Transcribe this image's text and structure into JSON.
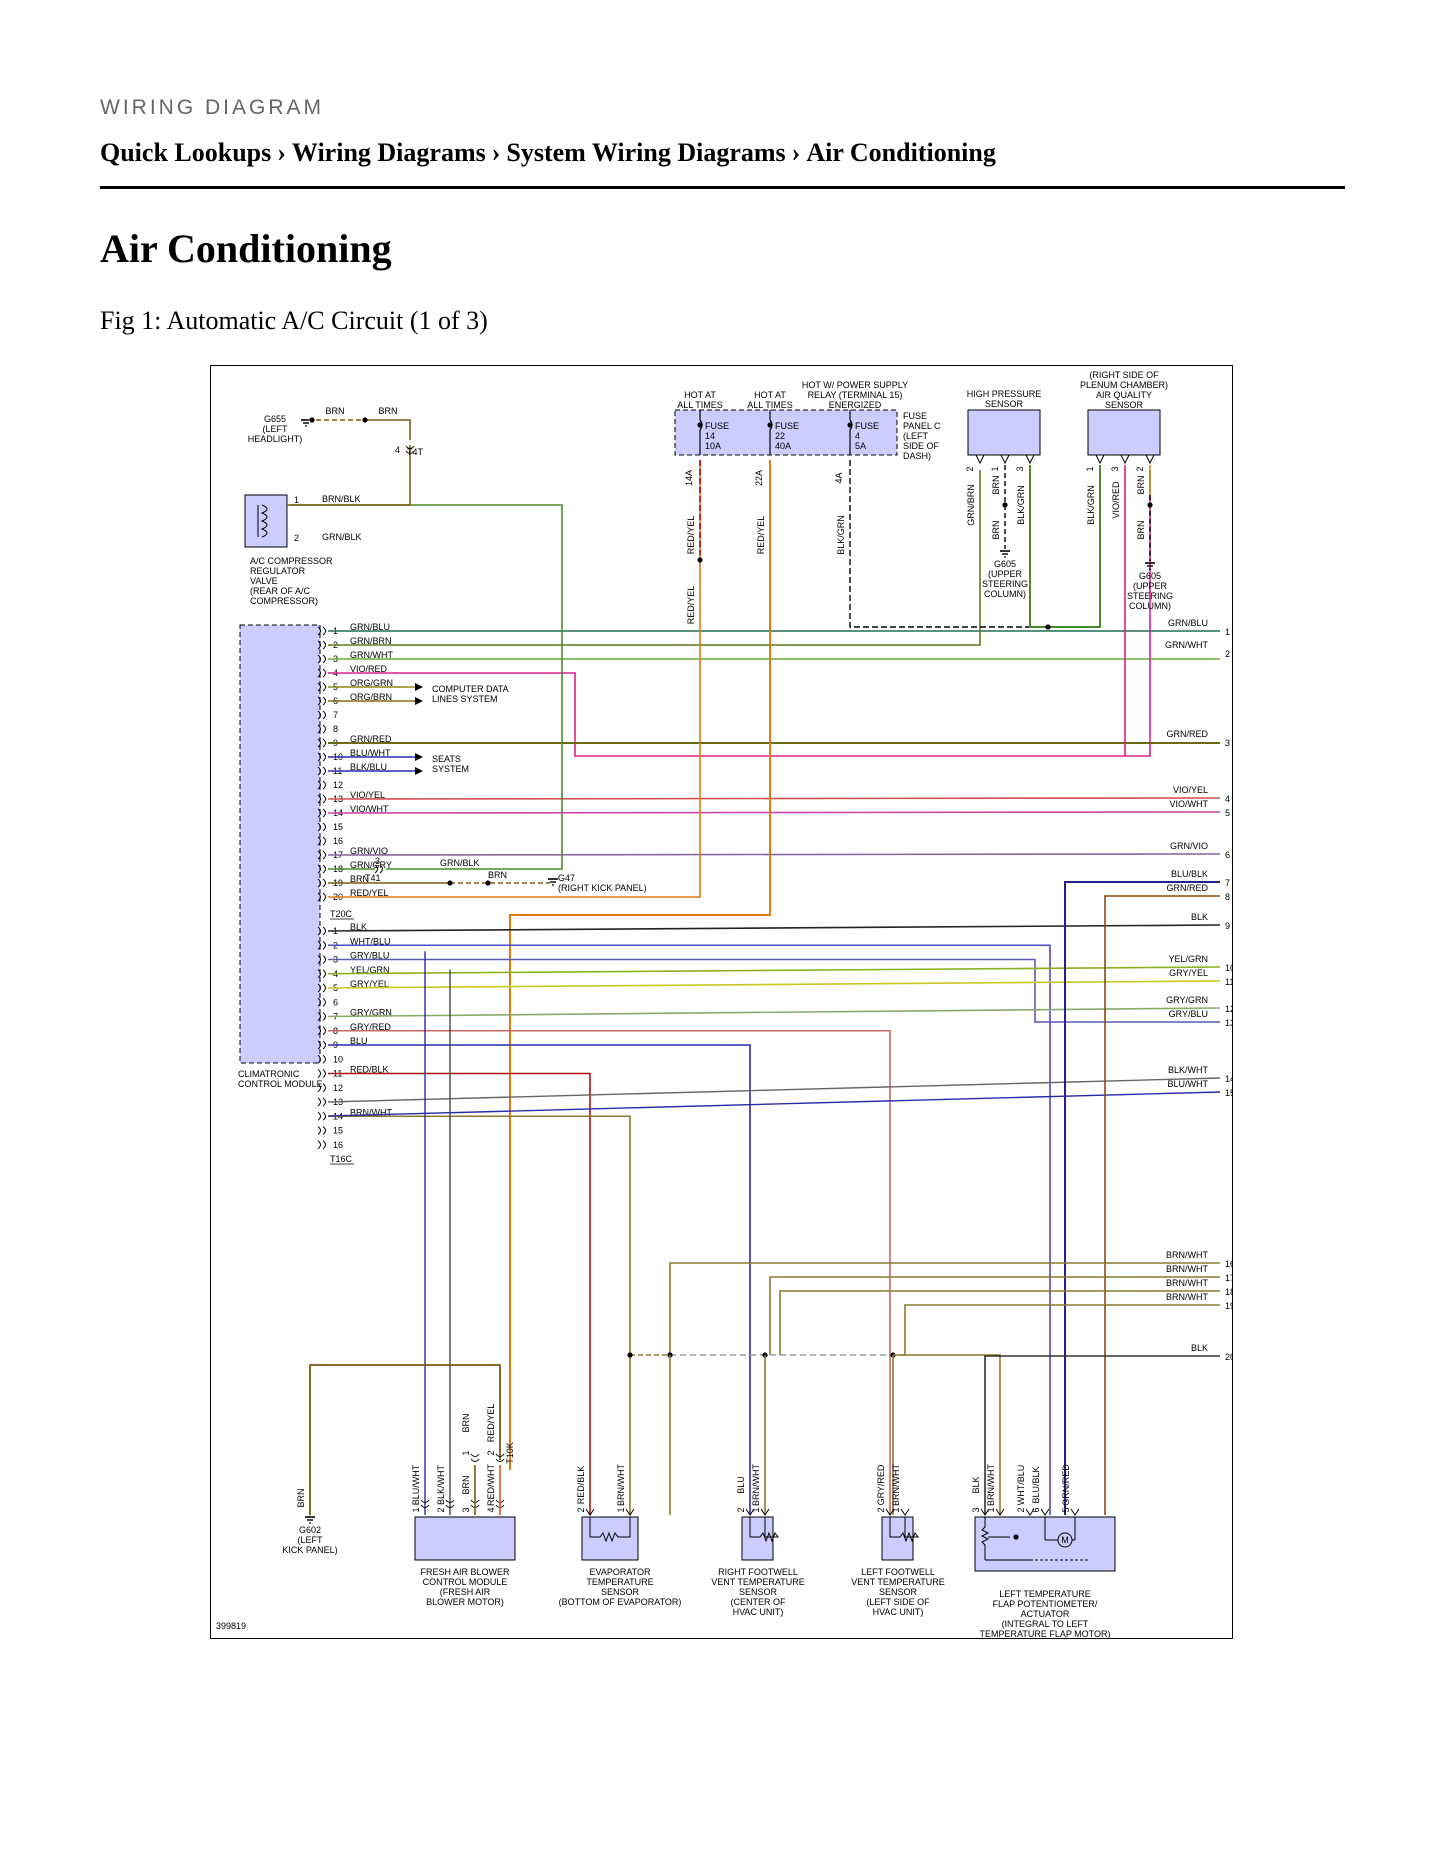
{
  "header": {
    "category": "WIRING DIAGRAM"
  },
  "breadcrumb": [
    "Quick Lookups",
    "Wiring Diagrams",
    "System Wiring Diagrams",
    "Air Conditioning"
  ],
  "page_title": "Air Conditioning",
  "figure_caption": "Fig 1: Automatic A/C Circuit (1 of 3)",
  "diagram": {
    "figure_id": "399819",
    "module_name": [
      "CLIMATRONIC",
      "CONTROL MODULE"
    ],
    "connector_labels": {
      "t20c": "T20C",
      "t16c": "T16C",
      "t4t": "T4T",
      "t4t_pin": "4",
      "t41": "T41",
      "t41_pin": "3",
      "t10k": "T10K"
    },
    "grounds": {
      "g655": [
        "G655",
        "(LEFT",
        "HEADLIGHT)"
      ],
      "g47": [
        "G47",
        "(RIGHT KICK PANEL)"
      ],
      "g605a": [
        "G605",
        "(UPPER",
        "STEERING",
        "COLUMN)"
      ],
      "g605b": [
        "G605",
        "(UPPER",
        "STEERING",
        "COLUMN)"
      ],
      "g602": [
        "G602",
        "(LEFT",
        "KICK PANEL)"
      ]
    },
    "ac_valve": {
      "name": [
        "A/C COMPRESSOR",
        "REGULATOR",
        "VALVE",
        "(REAR OF A/C",
        "COMPRESSOR)"
      ],
      "pin1": "1",
      "pin2": "2",
      "wire1": "BRN/BLK",
      "wire2": "GRN/BLK"
    },
    "g655_wires": {
      "a": "BRN",
      "b": "BRN"
    },
    "power": {
      "hot1": [
        "HOT AT",
        "ALL TIMES"
      ],
      "hot2": [
        "HOT AT",
        "ALL TIMES"
      ],
      "hot3": [
        "HOT W/ POWER SUPPLY",
        "RELAY (TERMINAL 15)",
        "ENERGIZED"
      ],
      "panel": [
        "FUSE",
        "PANEL C",
        "(LEFT",
        "SIDE OF",
        "DASH)"
      ],
      "fuses": [
        [
          "FUSE",
          "14",
          "10A"
        ],
        [
          "FUSE",
          "22",
          "40A"
        ],
        [
          "FUSE",
          "4",
          "5A"
        ]
      ],
      "pins": [
        "14A",
        "22A",
        "4A"
      ],
      "wires": [
        "RED/YEL",
        "RED/YEL",
        "BLK/GRN",
        "RED/YEL"
      ]
    },
    "hp_sensor": {
      "name": [
        "HIGH PRESSURE",
        "SENSOR"
      ],
      "pins": [
        "2",
        "1",
        "3"
      ],
      "wires": [
        "GRN/BRN",
        "BRN",
        "BLK/GRN",
        "BRN"
      ]
    },
    "aq_sensor": {
      "name": [
        "(RIGHT SIDE OF",
        "PLENUM CHAMBER)",
        "AIR QUALITY",
        "SENSOR"
      ],
      "pins": [
        "1",
        "3",
        "2"
      ],
      "wires": [
        "BLK/GRN",
        "VIO/RED",
        "BRN",
        "BRN"
      ]
    },
    "t20c_pins": [
      {
        "n": "1",
        "w": "GRN/BLU"
      },
      {
        "n": "2",
        "w": "GRN/BRN"
      },
      {
        "n": "3",
        "w": "GRN/WHT"
      },
      {
        "n": "4",
        "w": "VIO/RED"
      },
      {
        "n": "5",
        "w": "ORG/GRN"
      },
      {
        "n": "6",
        "w": "ORG/BRN"
      },
      {
        "n": "7",
        "w": ""
      },
      {
        "n": "8",
        "w": ""
      },
      {
        "n": "9",
        "w": "GRN/RED"
      },
      {
        "n": "10",
        "w": "BLU/WHT"
      },
      {
        "n": "11",
        "w": "BLK/BLU"
      },
      {
        "n": "12",
        "w": ""
      },
      {
        "n": "13",
        "w": "VIO/YEL"
      },
      {
        "n": "14",
        "w": "VIO/WHT"
      },
      {
        "n": "15",
        "w": ""
      },
      {
        "n": "16",
        "w": ""
      },
      {
        "n": "17",
        "w": "GRN/VIO"
      },
      {
        "n": "18",
        "w": "GRN/GRY"
      },
      {
        "n": "19",
        "w": "BRN"
      },
      {
        "n": "20",
        "w": "RED/YEL"
      }
    ],
    "t16c_pins": [
      {
        "n": "1",
        "w": "BLK"
      },
      {
        "n": "2",
        "w": "WHT/BLU"
      },
      {
        "n": "3",
        "w": "GRY/BLU"
      },
      {
        "n": "4",
        "w": "YEL/GRN"
      },
      {
        "n": "5",
        "w": "GRY/YEL"
      },
      {
        "n": "6",
        "w": ""
      },
      {
        "n": "7",
        "w": "GRY/GRN"
      },
      {
        "n": "8",
        "w": "GRY/RED"
      },
      {
        "n": "9",
        "w": "BLU"
      },
      {
        "n": "10",
        "w": ""
      },
      {
        "n": "11",
        "w": "RED/BLK"
      },
      {
        "n": "12",
        "w": ""
      },
      {
        "n": "13",
        "w": ""
      },
      {
        "n": "14",
        "w": "BRN/WHT"
      },
      {
        "n": "15",
        "w": ""
      },
      {
        "n": "16",
        "w": ""
      }
    ],
    "system_labels": {
      "computer": [
        "COMPUTER DATA",
        "LINES SYSTEM"
      ],
      "seats": [
        "SEATS",
        "SYSTEM"
      ],
      "w18b": "GRN/BLK",
      "w19b": "BRN"
    },
    "right_refs": [
      {
        "n": "1",
        "w": "GRN/BLU"
      },
      {
        "n": "2",
        "w": "GRN/WHT"
      },
      {
        "n": "3",
        "w": "GRN/RED"
      },
      {
        "n": "4",
        "w": "VIO/YEL"
      },
      {
        "n": "5",
        "w": "VIO/WHT"
      },
      {
        "n": "6",
        "w": "GRN/VIO"
      },
      {
        "n": "7",
        "w": "BLU/BLK"
      },
      {
        "n": "8",
        "w": "GRN/RED"
      },
      {
        "n": "9",
        "w": "BLK"
      },
      {
        "n": "10",
        "w": "YEL/GRN"
      },
      {
        "n": "11",
        "w": "GRY/YEL"
      },
      {
        "n": "12",
        "w": "GRY/GRN"
      },
      {
        "n": "13",
        "w": "GRY/BLU"
      },
      {
        "n": "14",
        "w": "BLK/WHT"
      },
      {
        "n": "15",
        "w": "BLU/WHT"
      },
      {
        "n": "16",
        "w": "BRN/WHT"
      },
      {
        "n": "17",
        "w": "BRN/WHT"
      },
      {
        "n": "18",
        "w": "BRN/WHT"
      },
      {
        "n": "19",
        "w": "BRN/WHT"
      },
      {
        "n": "20",
        "w": "BLK"
      }
    ],
    "bottom_components": {
      "blower": {
        "name": [
          "FRESH AIR BLOWER",
          "CONTROL MODULE",
          "(FRESH AIR",
          "BLOWER MOTOR)"
        ],
        "pins": [
          "1",
          "2",
          "3",
          "4"
        ],
        "wires": [
          "BLU/WHT",
          "BLK/WHT",
          "BRN",
          "RED/WHT"
        ],
        "upper_pins": [
          "1",
          "2"
        ],
        "upper_wires": [
          "BRN",
          "RED/YEL"
        ]
      },
      "evap": {
        "name": [
          "EVAPORATOR",
          "TEMPERATURE",
          "SENSOR",
          "(BOTTOM OF EVAPORATOR)"
        ],
        "pins": [
          "2",
          "1"
        ],
        "wires": [
          "RED/BLK",
          "BRN/WHT"
        ]
      },
      "rfoot": {
        "name": [
          "RIGHT FOOTWELL",
          "VENT TEMPERATURE",
          "SENSOR",
          "(CENTER OF",
          "HVAC UNIT)"
        ],
        "pins": [
          "2",
          "1"
        ],
        "wires": [
          "BLU",
          "BRN/WHT"
        ]
      },
      "lfoot": {
        "name": [
          "LEFT FOOTWELL",
          "VENT TEMPERATURE",
          "SENSOR",
          "(LEFT SIDE OF",
          "HVAC UNIT)"
        ],
        "pins": [
          "2",
          "1"
        ],
        "wires": [
          "GRY/RED",
          "BRN/WHT"
        ]
      },
      "flap": {
        "name": [
          "LEFT TEMPERATURE",
          "FLAP POTENTIOMETER/",
          "ACTUATOR",
          "(INTEGRAL TO LEFT",
          "TEMPERATURE FLAP MOTOR)"
        ],
        "pins": [
          "3",
          "1",
          "2",
          "6",
          "5"
        ],
        "wires": [
          "BLK",
          "BRN/WHT",
          "WHT/BLU",
          "BLU/BLK",
          "GRN/RED"
        ]
      },
      "g602_wire": "BRN"
    },
    "motor_label": "M",
    "colors": {
      "fill": "#ccccff",
      "brn": "#7a5c10",
      "grn": "#4a8a2a",
      "red": "#cc2222",
      "redyel": "#e07a10",
      "blu": "#2a2aaa",
      "gry": "#999999",
      "vio": "#aa3377",
      "pink": "#dd2288",
      "blk": "#000000"
    }
  }
}
